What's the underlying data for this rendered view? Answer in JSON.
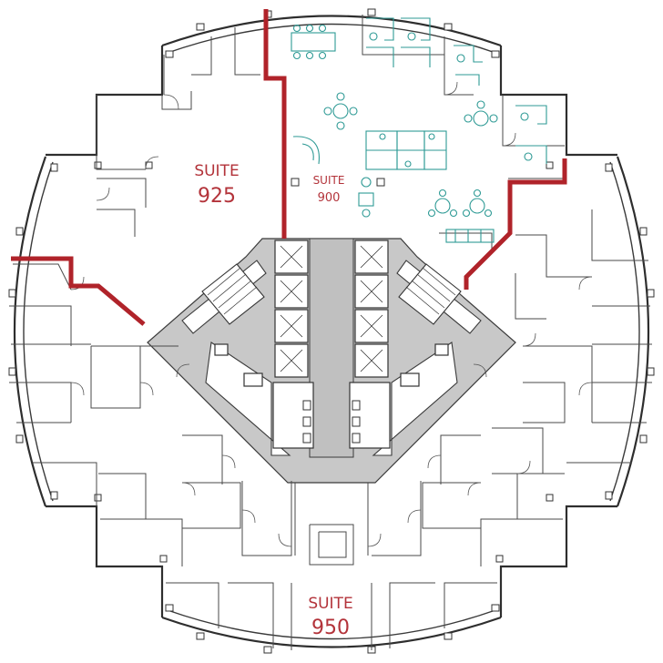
{
  "suites": [
    {
      "id": "925",
      "word": "SUITE",
      "number": "925"
    },
    {
      "id": "900",
      "word": "SUITE",
      "number": "900"
    },
    {
      "id": "950",
      "word": "SUITE",
      "number": "950"
    }
  ],
  "colors": {
    "boundary": "#b0232a",
    "label": "#b3333a",
    "furniture": "#2e9a95",
    "core": "#c8c8c8",
    "wall": "#3a3a3a"
  }
}
